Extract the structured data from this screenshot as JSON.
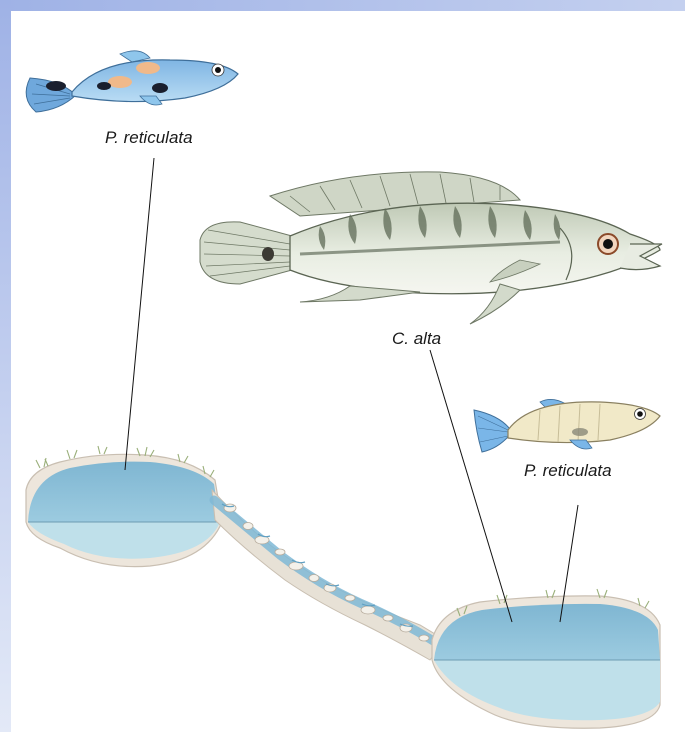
{
  "labels": {
    "top_fish": "P. reticulata",
    "middle_fish": "C. alta",
    "right_fish": "P. reticulata"
  },
  "colors": {
    "frame_gradient_top": "#9fb2e6",
    "frame_gradient_bottom": "#e3e9f7",
    "water_upper": "#8fc0d8",
    "water_lower": "#bfe0ea",
    "soil": "#ede6dc",
    "stream": "#7fb9d6",
    "guppy_blue": "#8fc6ec",
    "guppy_orange": "#f0b98a",
    "cichlid_body": "#d9e0d2",
    "cichlid_band": "#5f6b57",
    "pale_guppy": "#f1e9c8",
    "pale_guppy_tail": "#7ab6e8"
  },
  "icons": {
    "top_fish": "blue-guppy-illustration",
    "middle_fish": "pike-cichlid-illustration",
    "right_fish": "pale-guppy-illustration"
  }
}
